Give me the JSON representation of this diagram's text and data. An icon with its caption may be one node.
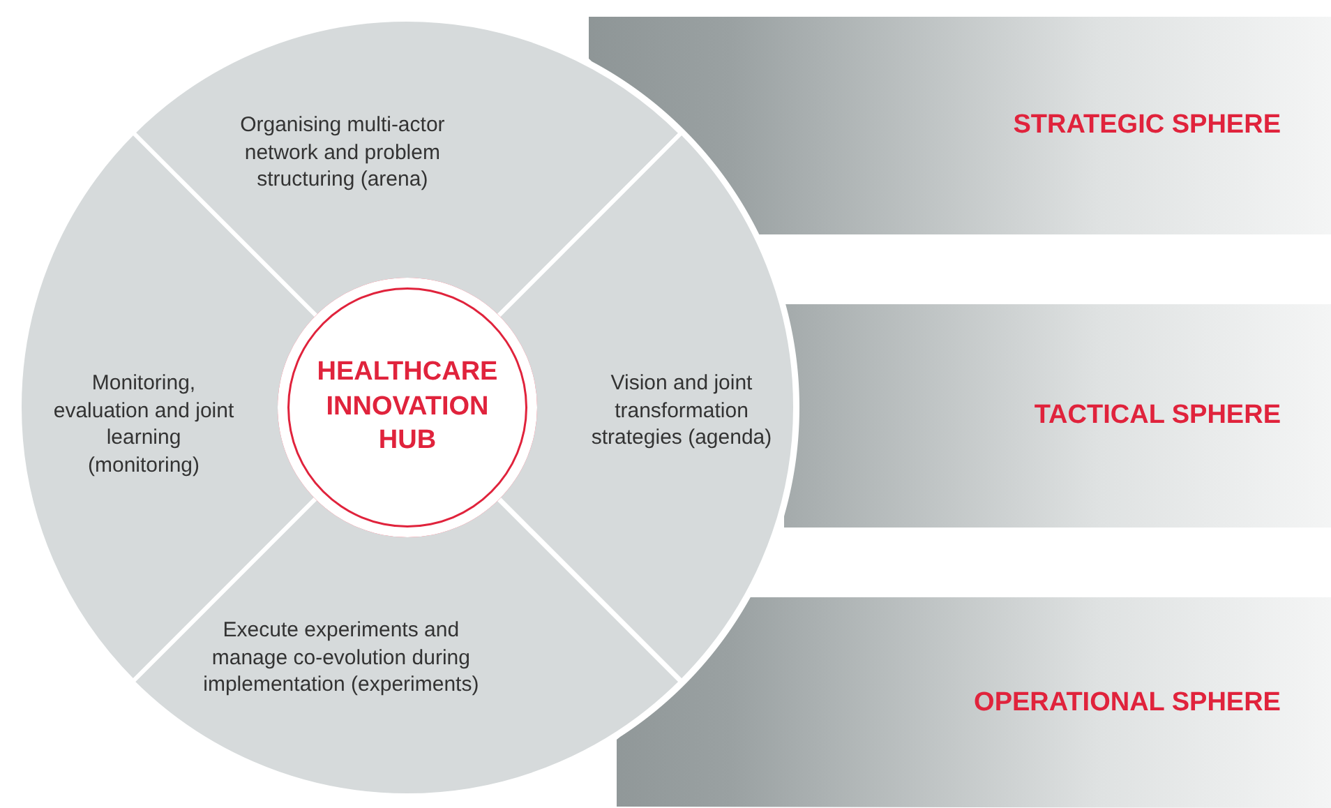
{
  "diagram": {
    "nodes": [
      {
        "text": [
          "Organising multi-actor network and problem structuring (arena)"
        ]
      },
      {
        "text": [
          "STRATEGIC SPHERE"
        ]
      },
      {
        "text": [
          "Monitoring, evaluation and joint learning (monitoring)"
        ]
      },
      {
        "text": [
          "HEALTHCARE INNOVATION HUB"
        ]
      },
      {
        "text": [
          "Vision and joint transformation strategies (agenda)"
        ]
      },
      {
        "text": [
          "TACTICAL SPHERE"
        ]
      },
      {
        "text": [
          "Execute experiments and manage co-evolution during implementation (experiments)"
        ]
      },
      {
        "text": [
          "OPERATIONAL SPHERE"
        ]
      }
    ],
    "edges": []
  }
}
